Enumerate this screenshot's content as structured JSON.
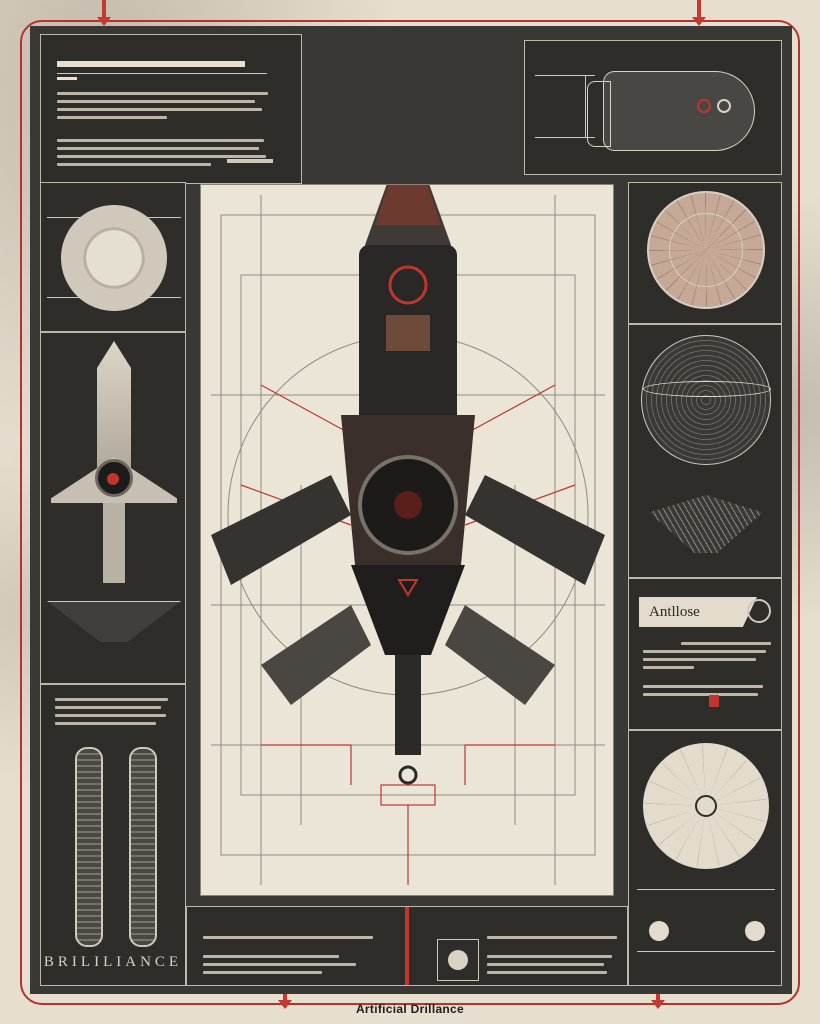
{
  "poster": {
    "title": "Artificial Drillance",
    "palette": {
      "paper": "#e6dfd0",
      "panel_dark": "#2e2d2a",
      "accent_red": "#c0362e",
      "line_light": "#cfc9bc"
    }
  },
  "panels": {
    "top_left_text": {
      "description": "Spec text block (illegible)"
    },
    "top_right_schematic": {
      "description": "Side-view pod / capsule schematic"
    },
    "left_dome": {
      "description": "Circular dome top view"
    },
    "left_shuttle": {
      "description": "Shuttle blueprint"
    },
    "left_tanks": {
      "label": "BRILILIANCE"
    },
    "right_radar": {
      "description": "Sector radar disc"
    },
    "right_dome": {
      "description": "Domed hemisphere wireframe"
    },
    "right_spec": {
      "tag_label": "Antllose"
    },
    "right_bottom_dial": {
      "description": "Circular dial grid"
    },
    "bottom_strip": {
      "description": "Technical spec strip"
    },
    "center": {
      "description": "Central spacecraft blueprint with red schematic lines"
    }
  }
}
